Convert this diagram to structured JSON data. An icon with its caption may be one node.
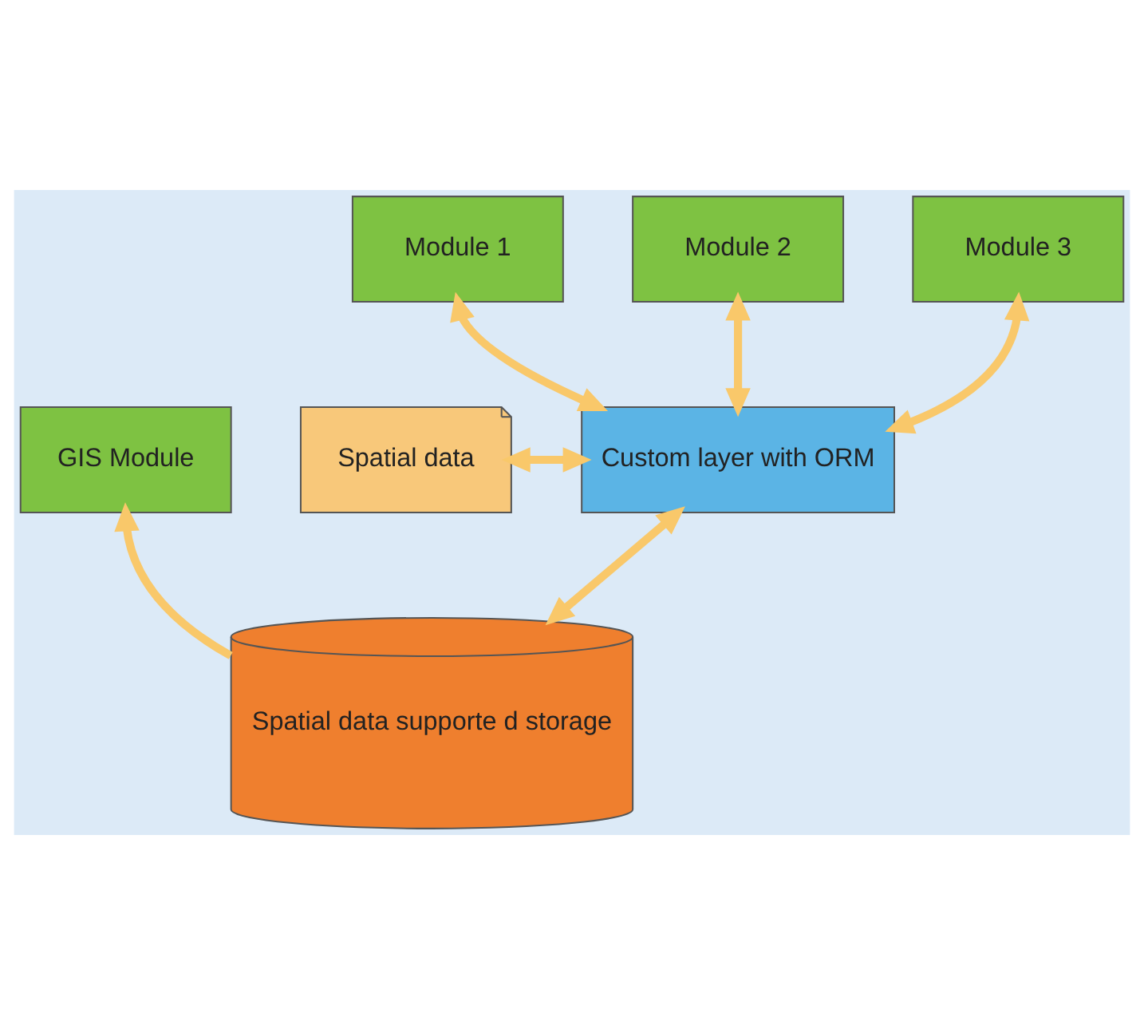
{
  "diagram": {
    "nodes": [
      {
        "text": [
          "Module 1"
        ]
      },
      {
        "text": [
          "Module 2"
        ]
      },
      {
        "text": [
          "Module 3"
        ]
      },
      {
        "text": [
          "Spatial data"
        ]
      },
      {
        "text": [
          "Custom layer with ORM"
        ]
      },
      {
        "text": [
          "GIS Module"
        ]
      },
      {
        "text": [
          "Spatial data supporte d storage"
        ]
      }
    ],
    "edges": [
      {
        "from": 4,
        "to": 0,
        "arrow": "both"
      },
      {
        "from": 4,
        "to": 1,
        "arrow": "both"
      },
      {
        "from": 4,
        "to": 2,
        "arrow": "both"
      },
      {
        "from": 3,
        "to": 4,
        "arrow": "both"
      },
      {
        "from": 4,
        "to": 6,
        "arrow": "both"
      },
      {
        "from": 6,
        "to": 5,
        "arrow": "to"
      }
    ]
  }
}
